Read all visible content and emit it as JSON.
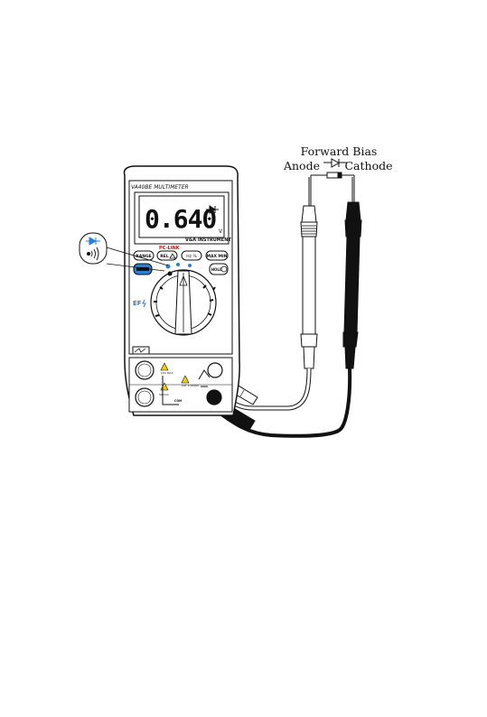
{
  "diagram": {
    "caption": {
      "title": "Forward Bias",
      "anode": "Anode",
      "cathode": "Cathode"
    },
    "meter": {
      "model": "VA40BE MULTIMETER",
      "brand": "V&A INSTRUMENT",
      "reading": "0.640",
      "unit": "V",
      "buttons": {
        "range": "RANGE",
        "pc_link": "PC-LINK",
        "rel": "REL",
        "hz_pct": "Hz %",
        "maxmin": "MAX MIN",
        "hold": "HOLD"
      },
      "ef_label": "EF",
      "jacks": {
        "fuse_a": "10A MAX",
        "fuse_ma": "500mA",
        "com": "COM",
        "vohm": "CAT II 1000V"
      }
    },
    "colors": {
      "ink": "#111111",
      "accent_blue": "#2a7fd4",
      "warning_yellow": "#f5d000",
      "label_red": "#d01010"
    },
    "icons": {
      "diode_symbol": "diode-icon",
      "continuity_symbol": "sound-wave-icon"
    }
  }
}
